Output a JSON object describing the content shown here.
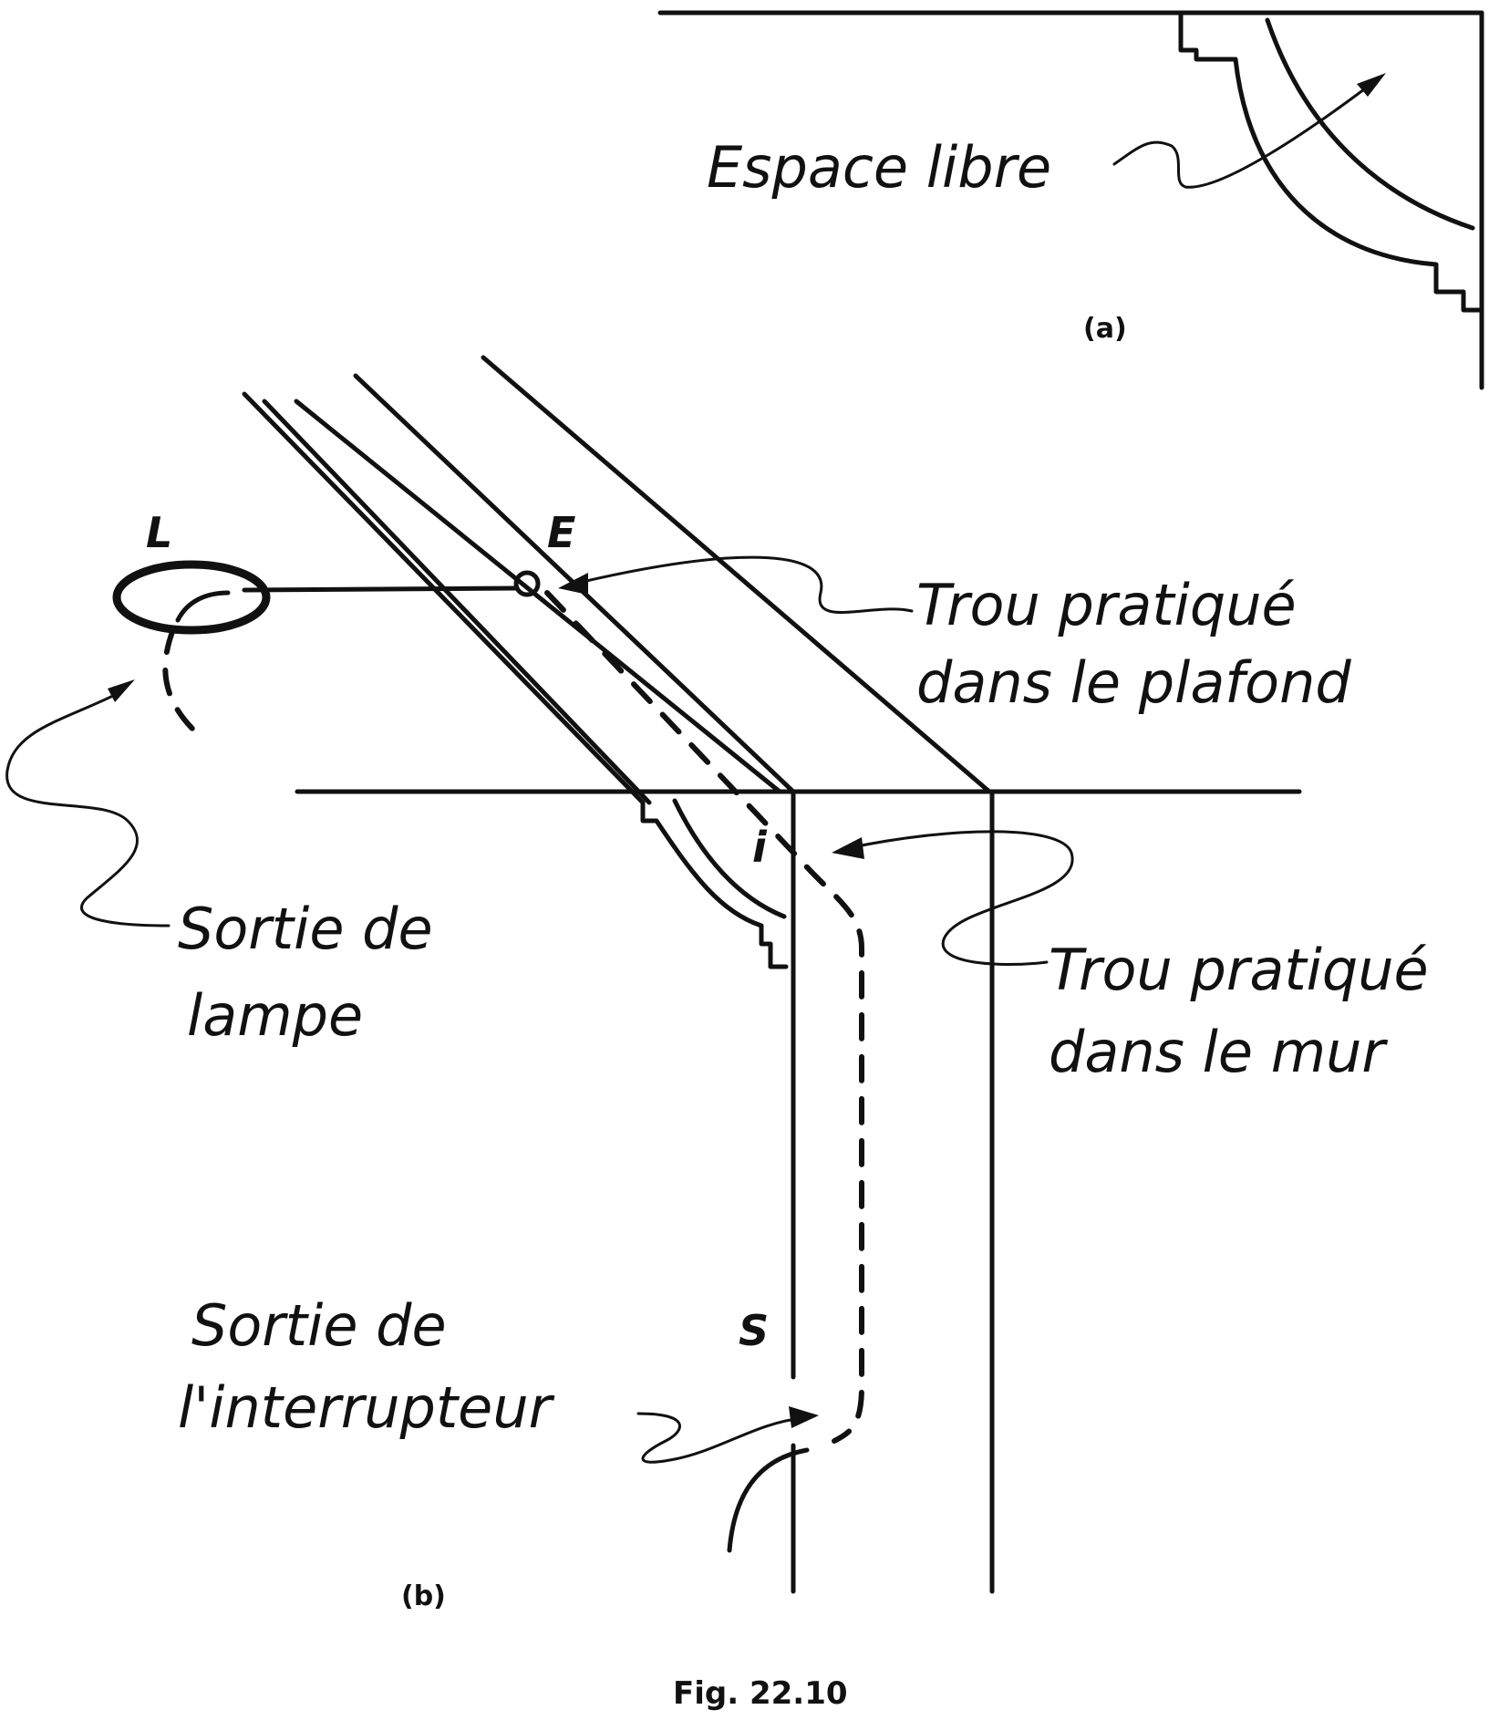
{
  "panel_a": {
    "label": "(a)",
    "annotation": "Espace libre"
  },
  "panel_b": {
    "label": "(b)",
    "letters": {
      "lamp": "L",
      "ceiling_hole": "E",
      "wall_hole": "i",
      "switch": "S"
    },
    "annotations": {
      "ceiling_hole_line1": "Trou pratiqué",
      "ceiling_hole_line2": "dans le plafond",
      "wall_hole_line1": "Trou pratiqué",
      "wall_hole_line2": "dans le mur",
      "lamp_outlet_line1": "Sortie de",
      "lamp_outlet_line2": "lampe",
      "switch_outlet_line1": "Sortie de",
      "switch_outlet_line2": "l'interrupteur"
    }
  },
  "caption": "Fig. 22.10"
}
